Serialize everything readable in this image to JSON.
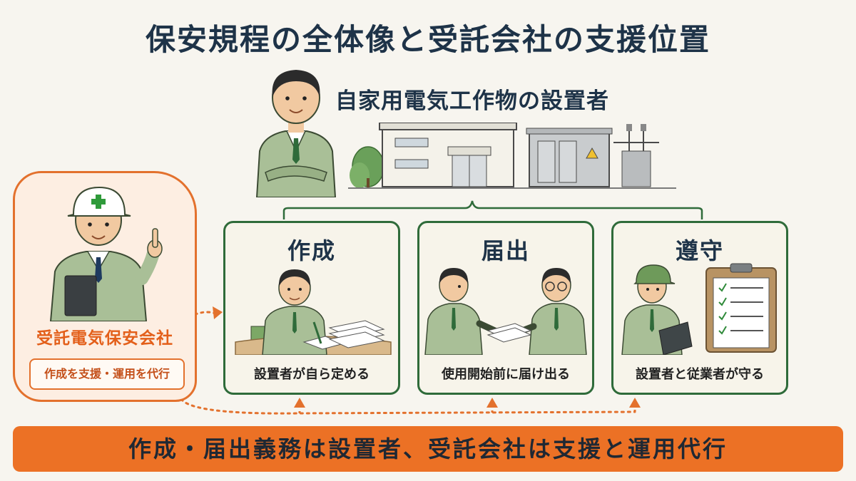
{
  "title": "保安規程の全体像と受託会社の支援位置",
  "owner": {
    "label": "自家用電気工作物の設置者"
  },
  "steps": [
    {
      "title": "作成",
      "caption": "設置者が自ら定める"
    },
    {
      "title": "届出",
      "caption": "使用開始前に届け出る"
    },
    {
      "title": "遵守",
      "caption": "設置者と従業者が守る"
    }
  ],
  "contractor": {
    "name": "受託電気保安会社",
    "role": "作成を支援・運用を代行"
  },
  "banner": "作成・届出義務は設置者、受託会社は支援と運用代行",
  "colors": {
    "accent": "#ec7125",
    "frame": "#2f6b3a",
    "text": "#1e3348",
    "background": "#f7f5ef"
  }
}
